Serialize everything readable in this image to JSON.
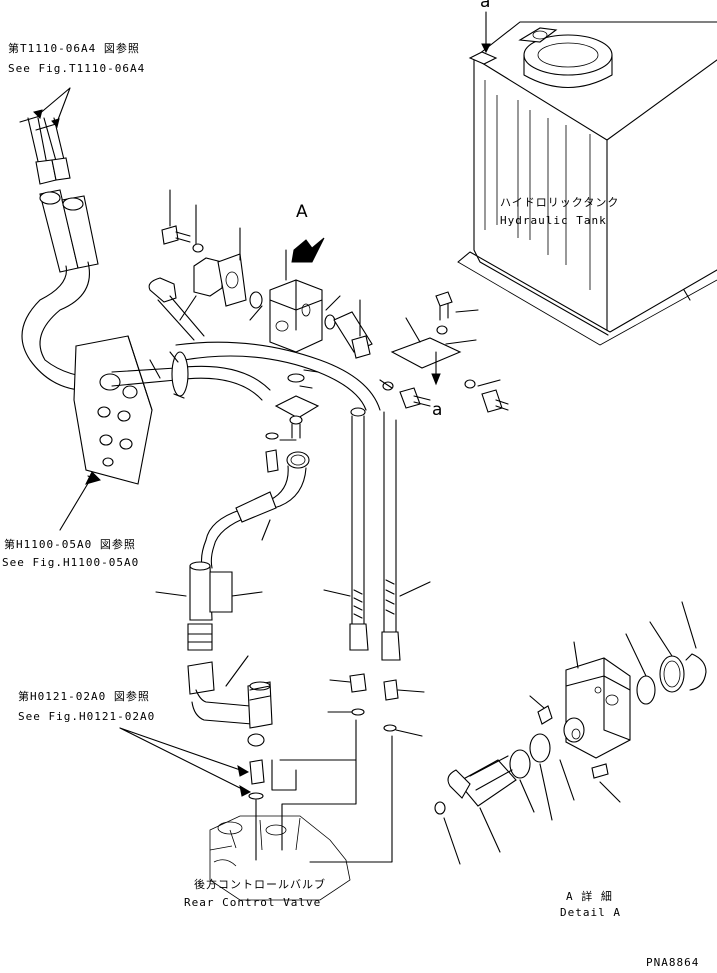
{
  "refs": {
    "top_left_jp": "第T1110-06A4 図参照",
    "top_left_en": "See Fig.T1110-06A4",
    "mid_left_jp": "第H1100-05A0 図参照",
    "mid_left_en": "See Fig.H1100-05A0",
    "low_left_jp": "第H0121-02A0 図参照",
    "low_left_en": "See Fig.H0121-02A0"
  },
  "tank": {
    "label_jp": "ハイドロリックタンク",
    "label_en": "Hydraulic Tank"
  },
  "valve": {
    "label_jp": "後方コントロールバルブ",
    "label_en": "Rear Control Valve"
  },
  "detail": {
    "label_jp": "A 詳 細",
    "label_en": "Detail A"
  },
  "markers": {
    "view_a": "A",
    "ref_a_top": "a",
    "ref_a_mid": "a"
  },
  "doc_code": "PNA8864"
}
